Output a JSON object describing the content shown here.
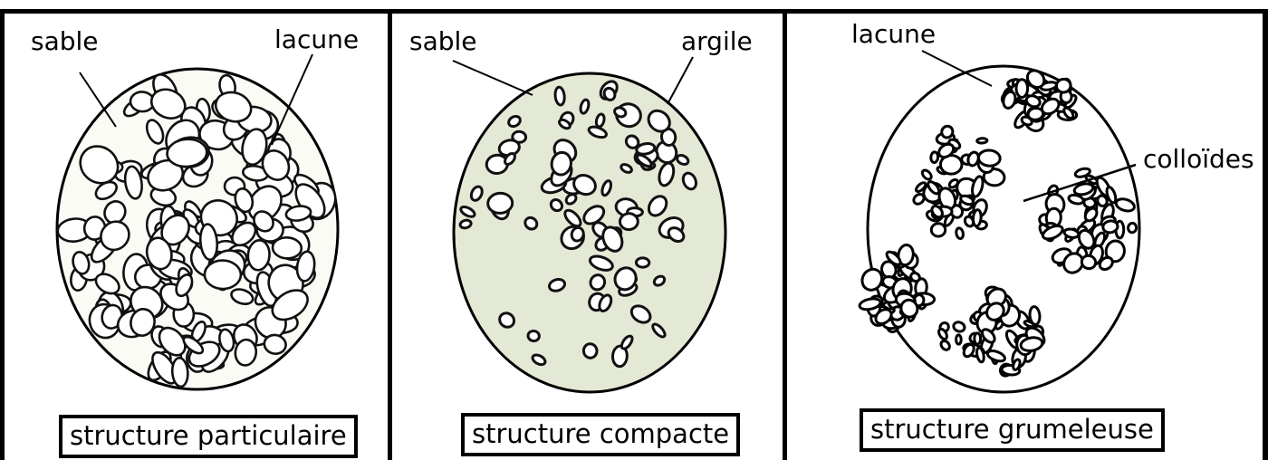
{
  "panels": [
    {
      "caption": "structure particulaire",
      "annotations": [
        "sable",
        "lacune"
      ]
    },
    {
      "caption": "structure compacte",
      "annotations": [
        "sable",
        "argile"
      ]
    },
    {
      "caption": "structure grumeleuse",
      "annotations": [
        "lacune",
        "colloïdes"
      ]
    }
  ],
  "colors": {
    "ink": "#000000",
    "paper": "#ffffff",
    "clay": "#e4e9d6"
  }
}
